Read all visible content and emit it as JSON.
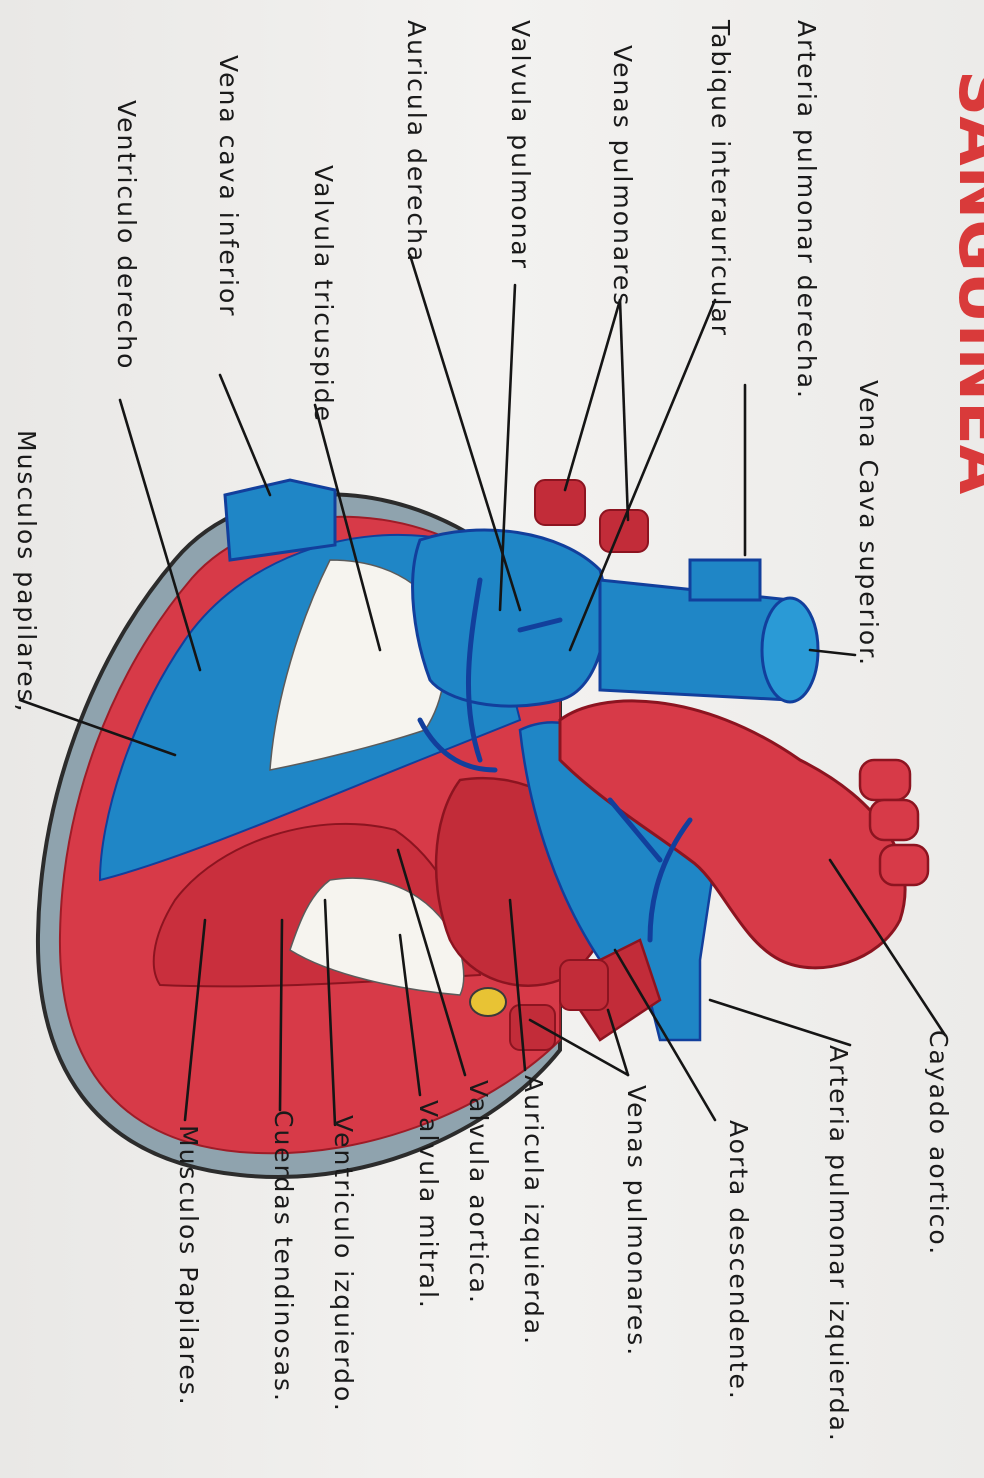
{
  "title": {
    "text": "SANGUINEA",
    "color": "#d93a3a"
  },
  "colors": {
    "blue": "#1f86c6",
    "dark_blue": "#123f9c",
    "red": "#d73a48",
    "dark_red": "#b71f2c",
    "grey_wall": "#8fa3ae",
    "valve_white": "#f6f4ef"
  },
  "labels": {
    "arteria_pulmonar_derecha": "Arteria pulmonar derecha.",
    "tabique_interauricular": "Tabique interauricular",
    "venas_pulmonares_derecha": "Venas pulmonares",
    "valvula_pulmonar": "Valvula pulmonar",
    "auricula_derecha": "Auricula derecha",
    "valvula_tricuspide": "Valvula tricuspide",
    "vena_cava_inferior": "Vena cava inferior",
    "ventriculo_derecho": "Ventriculo derecho",
    "musculos_papilares_derecho": "Musculos papilares,",
    "vena_cava_superior": "Vena Cava superior.",
    "cayado_aortico": "Cayado aortico.",
    "arteria_pulmonar_izquierda": "Arteria pulmonar izquierda.",
    "aorta_descendente": "Aorta descendente.",
    "venas_pulmonares_izquierda": "Venas pulmonares.",
    "auricula_izquierda": "Auricula izquierda.",
    "valvula_aortica": "Valvula aortica.",
    "valvula_mitral": "Valvula mitral.",
    "ventriculo_izquierdo": "Ventriculo izquierdo.",
    "cuerdas_tendinosas": "Cuerdas tendinosas.",
    "musculos_papilares_izquierdo": "Musculos Papilares."
  }
}
